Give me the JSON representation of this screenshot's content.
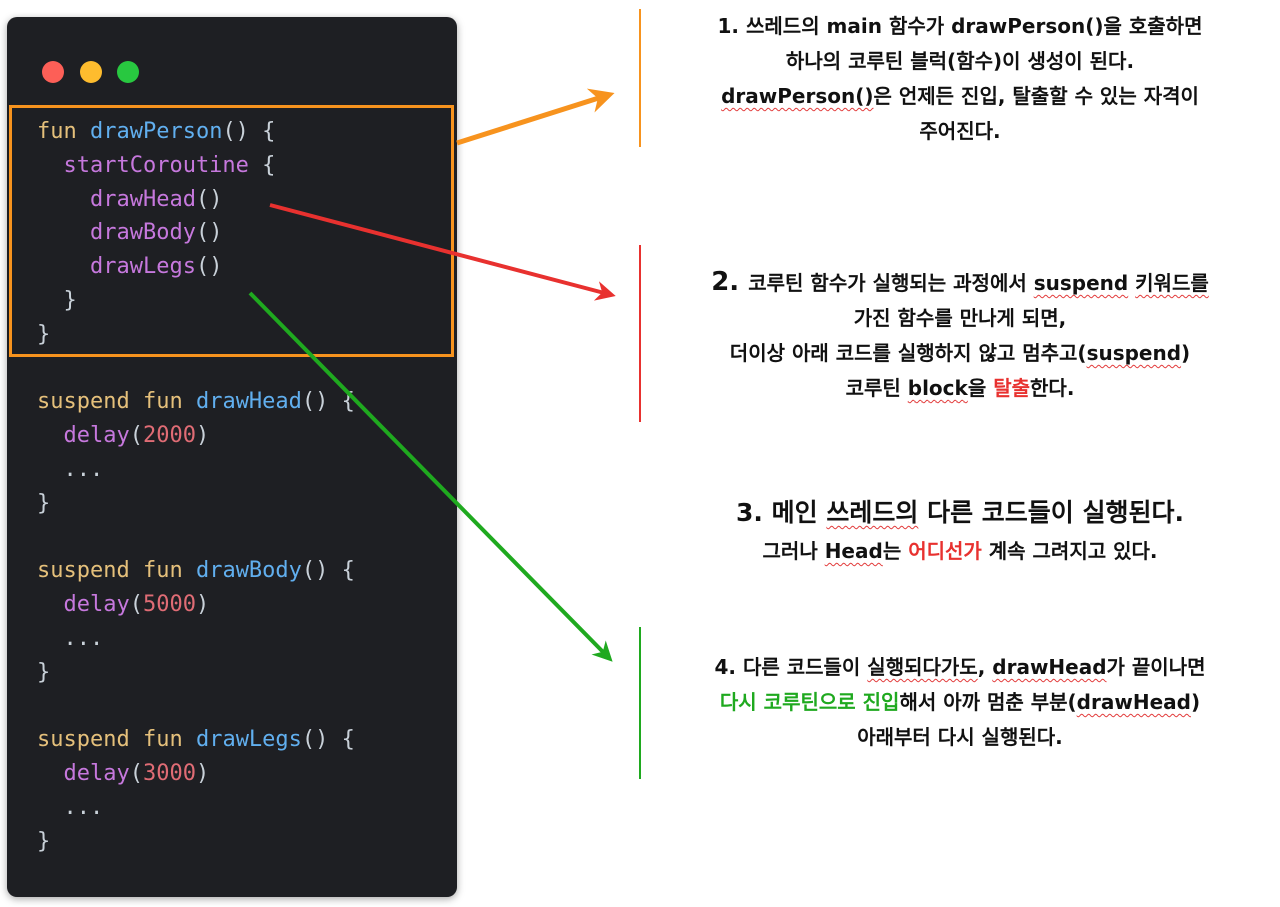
{
  "code": {
    "lines": [
      [
        {
          "t": "fun ",
          "c": "kw"
        },
        {
          "t": "drawPerson",
          "c": "fn"
        },
        {
          "t": "() {",
          "c": "plain"
        }
      ],
      [
        {
          "t": "  startCoroutine",
          "c": "call"
        },
        {
          "t": " {",
          "c": "plain"
        }
      ],
      [
        {
          "t": "    drawHead",
          "c": "call"
        },
        {
          "t": "()",
          "c": "plain"
        }
      ],
      [
        {
          "t": "    drawBody",
          "c": "call"
        },
        {
          "t": "()",
          "c": "plain"
        }
      ],
      [
        {
          "t": "    drawLegs",
          "c": "call"
        },
        {
          "t": "()",
          "c": "plain"
        }
      ],
      [
        {
          "t": "  }",
          "c": "plain"
        }
      ],
      [
        {
          "t": "}",
          "c": "plain"
        }
      ],
      [],
      [
        {
          "t": "suspend fun ",
          "c": "kw"
        },
        {
          "t": "drawHead",
          "c": "fn"
        },
        {
          "t": "() {",
          "c": "plain"
        }
      ],
      [
        {
          "t": "  delay",
          "c": "call"
        },
        {
          "t": "(",
          "c": "plain"
        },
        {
          "t": "2000",
          "c": "num"
        },
        {
          "t": ")",
          "c": "plain"
        }
      ],
      [
        {
          "t": "  ...",
          "c": "plain"
        }
      ],
      [
        {
          "t": "}",
          "c": "plain"
        }
      ],
      [],
      [
        {
          "t": "suspend fun ",
          "c": "kw"
        },
        {
          "t": "drawBody",
          "c": "fn"
        },
        {
          "t": "() {",
          "c": "plain"
        }
      ],
      [
        {
          "t": "  delay",
          "c": "call"
        },
        {
          "t": "(",
          "c": "plain"
        },
        {
          "t": "5000",
          "c": "num"
        },
        {
          "t": ")",
          "c": "plain"
        }
      ],
      [
        {
          "t": "  ...",
          "c": "plain"
        }
      ],
      [
        {
          "t": "}",
          "c": "plain"
        }
      ],
      [],
      [
        {
          "t": "suspend fun ",
          "c": "kw"
        },
        {
          "t": "drawLegs",
          "c": "fn"
        },
        {
          "t": "() {",
          "c": "plain"
        }
      ],
      [
        {
          "t": "  delay",
          "c": "call"
        },
        {
          "t": "(",
          "c": "plain"
        },
        {
          "t": "3000",
          "c": "num"
        },
        {
          "t": ")",
          "c": "plain"
        }
      ],
      [
        {
          "t": "  ...",
          "c": "plain"
        }
      ],
      [
        {
          "t": "}",
          "c": "plain"
        }
      ]
    ]
  },
  "colors": {
    "window_bg": "#1e1f23",
    "highlight": "#f7931e",
    "arrow1": "#f7931e",
    "arrow2": "#e8312f",
    "arrow3": "#1fa91f"
  },
  "notes": {
    "n1": [
      [
        {
          "t": "1.    쓰레드의 main 함수가 drawPerson()을 호출하면"
        }
      ],
      [
        {
          "t": "하나의 코루틴 블럭(함수)이 생성이 된다."
        }
      ],
      [
        {
          "t": "drawPerson()",
          "s": "wavy"
        },
        {
          "t": "은 언제든 진입, 탈출할 수 있는 자격이"
        }
      ],
      [
        {
          "t": "주어진다."
        }
      ]
    ],
    "n2": [
      [
        {
          "t": "2. ",
          "s": "big"
        },
        {
          "t": "코루틴 함수가 실행되는 과정에서 "
        },
        {
          "t": "suspend",
          "s": "wavy"
        },
        {
          "t": " "
        },
        {
          "t": "키워드를",
          "s": "wavy"
        }
      ],
      [
        {
          "t": "가진 함수를 만나게 되면,"
        }
      ],
      [
        {
          "t": "더이상 아래 코드를 실행하지 않고 멈추고("
        },
        {
          "t": "suspend",
          "s": "wavy"
        },
        {
          "t": ")"
        }
      ],
      [
        {
          "t": "코루틴 "
        },
        {
          "t": "block",
          "s": "wavy"
        },
        {
          "t": "을 "
        },
        {
          "t": "탈출",
          "s": "red"
        },
        {
          "t": "한다."
        }
      ]
    ],
    "n3": [
      [
        {
          "t": "3. 메인 ",
          "s": "big"
        },
        {
          "t": "쓰레드의",
          "s": "big wavy"
        },
        {
          "t": " 다른 코드들이 실행된다.",
          "s": "big"
        }
      ],
      [
        {
          "t": "그러나 "
        },
        {
          "t": "Head",
          "s": "wavy"
        },
        {
          "t": "는 "
        },
        {
          "t": "어디선가",
          "s": "red"
        },
        {
          "t": " 계속 그려지고 있다."
        }
      ]
    ],
    "n4": [
      [
        {
          "t": "4. 다른 코드들이 "
        },
        {
          "t": "실행되다가도",
          "s": "wavy"
        },
        {
          "t": ", "
        },
        {
          "t": "drawHead",
          "s": "wavy"
        },
        {
          "t": "가 끝이나면"
        }
      ],
      [
        {
          "t": "다시 코루틴으로 진입",
          "s": "green"
        },
        {
          "t": "해서 아까 멈춘 부분("
        },
        {
          "t": "drawHead",
          "s": "wavy"
        },
        {
          "t": ")"
        }
      ],
      [
        {
          "t": "아래부터 다시 실행된다."
        }
      ]
    ]
  }
}
